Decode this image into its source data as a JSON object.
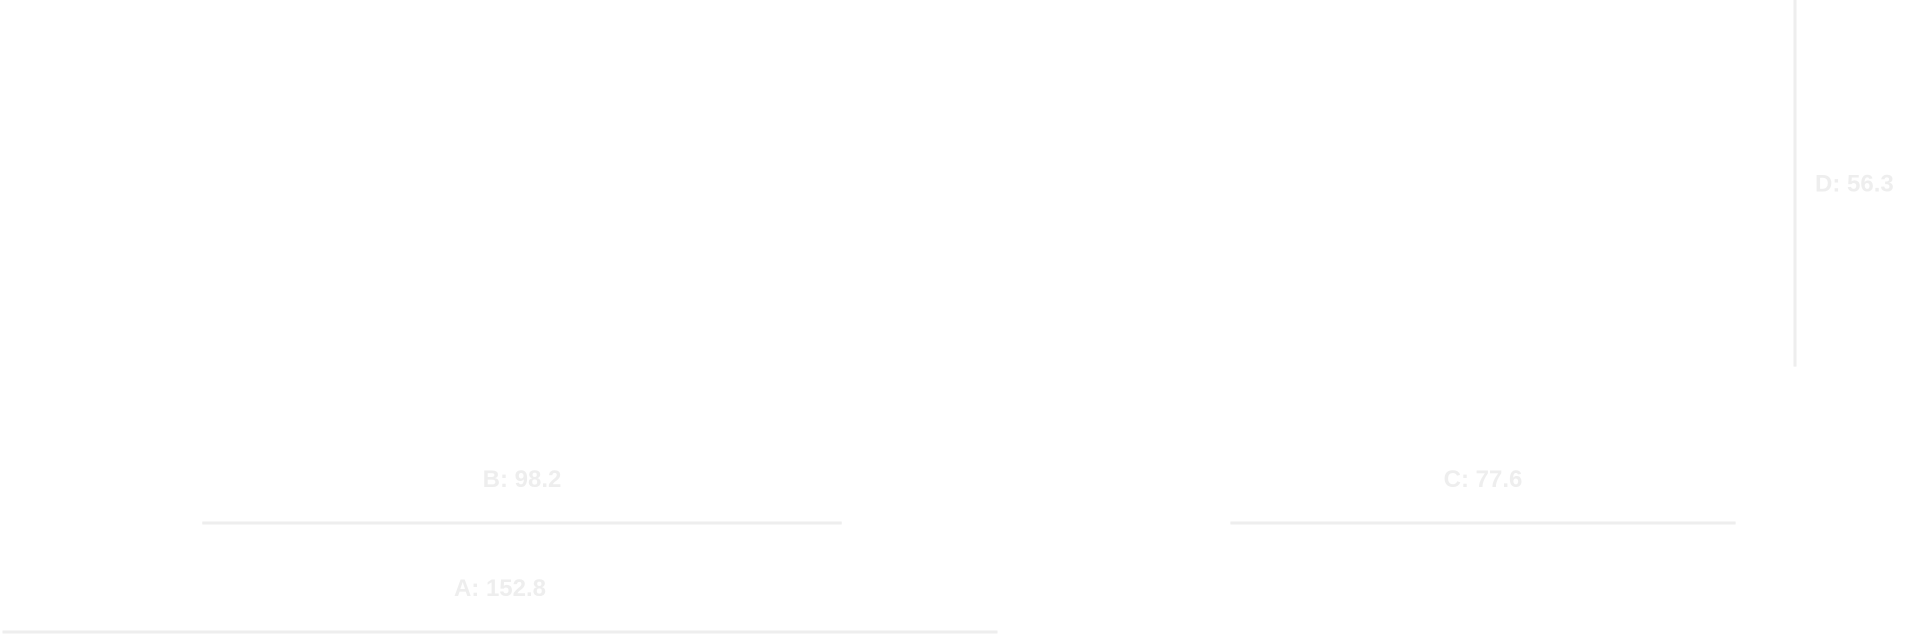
{
  "chart_data": {
    "type": "bar",
    "title": "",
    "xlabel": "",
    "ylabel": "",
    "grid": false,
    "legend": "none",
    "color": "#eeeeee",
    "items": [
      {
        "name": "A",
        "value": 152.8,
        "label": "A: 152.8"
      },
      {
        "name": "B",
        "value": 98.2,
        "label": "B: 98.2"
      },
      {
        "name": "C",
        "value": 77.6,
        "label": "C: 77.6"
      },
      {
        "name": "D",
        "value": 56.3,
        "label": "D: 56.3"
      }
    ]
  }
}
